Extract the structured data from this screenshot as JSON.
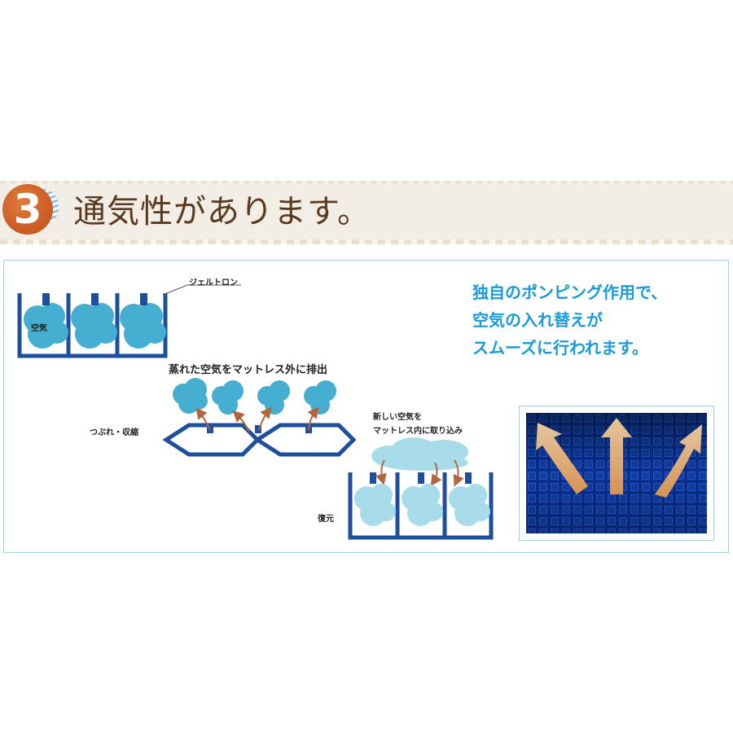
{
  "header": {
    "number": "3",
    "title": "通気性があります。"
  },
  "diagram": {
    "label_gel": "ジェルトロン",
    "label_air": "空気",
    "label_exhaust": "蒸れた空気をマットレス外に排出",
    "label_compress": "つぶれ・収縮",
    "label_intake_line1": "新しい空気を",
    "label_intake_line2": "マットレス内に取り込み",
    "label_restore": "復元"
  },
  "tagline": {
    "line1": "独自のポンピング作用で、",
    "line2": "空気の入れ替えが",
    "line3": "スムーズに行われます。"
  },
  "colors": {
    "brand_blue": "#1a9ad6",
    "structure_navy": "#1e4f9c",
    "air_teal": "#46aed0",
    "air_light": "#a9dceb",
    "arrow_brown": "#b3653e",
    "badge_orange": "#d4692f",
    "heading_brown": "#5a3a20"
  },
  "icons": {
    "badge": "number-badge",
    "photo": "mesh-airflow-photo"
  }
}
